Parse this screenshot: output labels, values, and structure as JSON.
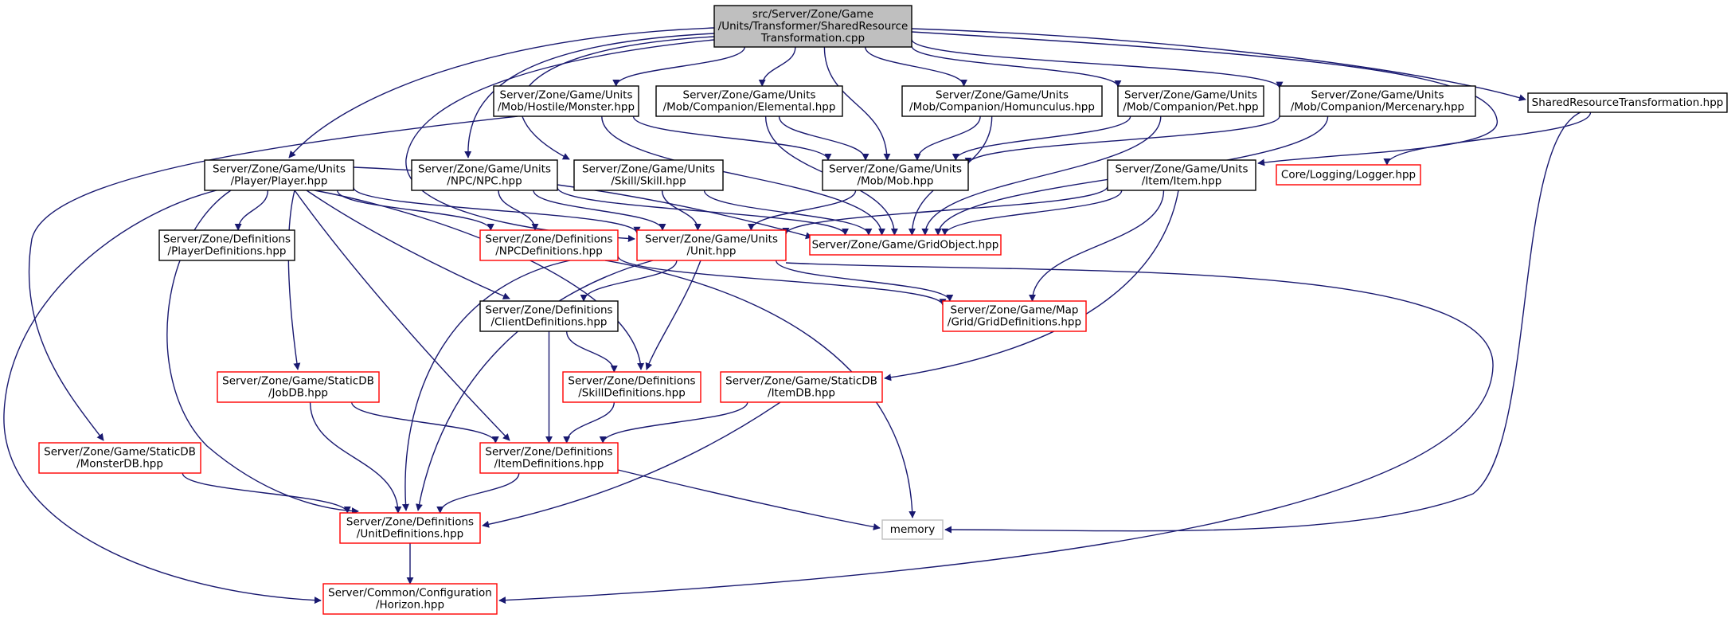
{
  "graph": {
    "title": "",
    "colors": {
      "edge": "#191970",
      "root_fill": "#bfbfbf",
      "normal_fill": "#ffffff",
      "normal_stroke": "#000000",
      "truncated_stroke": "#ff0000",
      "external_stroke": "#bfbfbf"
    },
    "nodes": {
      "root": {
        "lines": [
          "src/Server/Zone/Game",
          "/Units/Transformer/SharedResource",
          "Transformation.cpp"
        ],
        "kind": "root"
      },
      "monster_hpp": {
        "lines": [
          "Server/Zone/Game/Units",
          "/Mob/Hostile/Monster.hpp"
        ],
        "kind": "normal"
      },
      "elemental_hpp": {
        "lines": [
          "Server/Zone/Game/Units",
          "/Mob/Companion/Elemental.hpp"
        ],
        "kind": "normal"
      },
      "homunculus_hpp": {
        "lines": [
          "Server/Zone/Game/Units",
          "/Mob/Companion/Homunculus.hpp"
        ],
        "kind": "normal"
      },
      "pet_hpp": {
        "lines": [
          "Server/Zone/Game/Units",
          "/Mob/Companion/Pet.hpp"
        ],
        "kind": "normal"
      },
      "mercenary_hpp": {
        "lines": [
          "Server/Zone/Game/Units",
          "/Mob/Companion/Mercenary.hpp"
        ],
        "kind": "normal"
      },
      "shared_hpp": {
        "lines": [
          "SharedResourceTransformation.hpp"
        ],
        "kind": "normal"
      },
      "player_hpp": {
        "lines": [
          "Server/Zone/Game/Units",
          "/Player/Player.hpp"
        ],
        "kind": "normal"
      },
      "npc_hpp": {
        "lines": [
          "Server/Zone/Game/Units",
          "/NPC/NPC.hpp"
        ],
        "kind": "normal"
      },
      "skill_hpp": {
        "lines": [
          "Server/Zone/Game/Units",
          "/Skill/Skill.hpp"
        ],
        "kind": "normal"
      },
      "mob_hpp": {
        "lines": [
          "Server/Zone/Game/Units",
          "/Mob/Mob.hpp"
        ],
        "kind": "normal"
      },
      "item_hpp": {
        "lines": [
          "Server/Zone/Game/Units",
          "/Item/Item.hpp"
        ],
        "kind": "normal"
      },
      "logger_hpp": {
        "lines": [
          "Core/Logging/Logger.hpp"
        ],
        "kind": "truncated"
      },
      "playerdefs_hpp": {
        "lines": [
          "Server/Zone/Definitions",
          "/PlayerDefinitions.hpp"
        ],
        "kind": "normal"
      },
      "npcdefs_hpp": {
        "lines": [
          "Server/Zone/Definitions",
          "/NPCDefinitions.hpp"
        ],
        "kind": "truncated"
      },
      "unit_hpp": {
        "lines": [
          "Server/Zone/Game/Units",
          "/Unit.hpp"
        ],
        "kind": "truncated"
      },
      "gridobject_hpp": {
        "lines": [
          "Server/Zone/Game/GridObject.hpp"
        ],
        "kind": "truncated"
      },
      "clientdefs_hpp": {
        "lines": [
          "Server/Zone/Definitions",
          "/ClientDefinitions.hpp"
        ],
        "kind": "normal"
      },
      "griddefs_hpp": {
        "lines": [
          "Server/Zone/Game/Map",
          "/Grid/GridDefinitions.hpp"
        ],
        "kind": "truncated"
      },
      "jobdb_hpp": {
        "lines": [
          "Server/Zone/Game/StaticDB",
          "/JobDB.hpp"
        ],
        "kind": "truncated"
      },
      "skilldefs_hpp": {
        "lines": [
          "Server/Zone/Definitions",
          "/SkillDefinitions.hpp"
        ],
        "kind": "truncated"
      },
      "itemdb_hpp": {
        "lines": [
          "Server/Zone/Game/StaticDB",
          "/ItemDB.hpp"
        ],
        "kind": "truncated"
      },
      "monsterdb_hpp": {
        "lines": [
          "Server/Zone/Game/StaticDB",
          "/MonsterDB.hpp"
        ],
        "kind": "truncated"
      },
      "itemdefs_hpp": {
        "lines": [
          "Server/Zone/Definitions",
          "/ItemDefinitions.hpp"
        ],
        "kind": "truncated"
      },
      "unitdefs_hpp": {
        "lines": [
          "Server/Zone/Definitions",
          "/UnitDefinitions.hpp"
        ],
        "kind": "truncated"
      },
      "memory": {
        "lines": [
          "memory"
        ],
        "kind": "external"
      },
      "horizon_hpp": {
        "lines": [
          "Server/Common/Configuration",
          "/Horizon.hpp"
        ],
        "kind": "truncated"
      }
    },
    "edges": [
      [
        "root",
        "monster_hpp"
      ],
      [
        "root",
        "elemental_hpp"
      ],
      [
        "root",
        "homunculus_hpp"
      ],
      [
        "root",
        "pet_hpp"
      ],
      [
        "root",
        "mercenary_hpp"
      ],
      [
        "root",
        "shared_hpp"
      ],
      [
        "root",
        "player_hpp"
      ],
      [
        "root",
        "npc_hpp"
      ],
      [
        "root",
        "skill_hpp"
      ],
      [
        "root",
        "mob_hpp"
      ],
      [
        "root",
        "item_hpp"
      ],
      [
        "root",
        "unit_hpp"
      ],
      [
        "monster_hpp",
        "mob_hpp"
      ],
      [
        "monster_hpp",
        "gridobject_hpp"
      ],
      [
        "monster_hpp",
        "monsterdb_hpp"
      ],
      [
        "elemental_hpp",
        "mob_hpp"
      ],
      [
        "elemental_hpp",
        "gridobject_hpp"
      ],
      [
        "homunculus_hpp",
        "mob_hpp"
      ],
      [
        "homunculus_hpp",
        "gridobject_hpp"
      ],
      [
        "pet_hpp",
        "mob_hpp"
      ],
      [
        "pet_hpp",
        "gridobject_hpp"
      ],
      [
        "mercenary_hpp",
        "mob_hpp"
      ],
      [
        "mercenary_hpp",
        "gridobject_hpp"
      ],
      [
        "shared_hpp",
        "logger_hpp"
      ],
      [
        "shared_hpp",
        "memory"
      ],
      [
        "player_hpp",
        "playerdefs_hpp"
      ],
      [
        "player_hpp",
        "npcdefs_hpp"
      ],
      [
        "player_hpp",
        "unit_hpp"
      ],
      [
        "player_hpp",
        "gridobject_hpp"
      ],
      [
        "player_hpp",
        "clientdefs_hpp"
      ],
      [
        "player_hpp",
        "jobdb_hpp"
      ],
      [
        "player_hpp",
        "skilldefs_hpp"
      ],
      [
        "player_hpp",
        "itemdefs_hpp"
      ],
      [
        "player_hpp",
        "unitdefs_hpp"
      ],
      [
        "player_hpp",
        "horizon_hpp"
      ],
      [
        "npc_hpp",
        "npcdefs_hpp"
      ],
      [
        "npc_hpp",
        "unit_hpp"
      ],
      [
        "npc_hpp",
        "gridobject_hpp"
      ],
      [
        "skill_hpp",
        "unit_hpp"
      ],
      [
        "skill_hpp",
        "gridobject_hpp"
      ],
      [
        "mob_hpp",
        "unit_hpp"
      ],
      [
        "item_hpp",
        "unit_hpp"
      ],
      [
        "item_hpp",
        "gridobject_hpp"
      ],
      [
        "item_hpp",
        "griddefs_hpp"
      ],
      [
        "item_hpp",
        "itemdb_hpp"
      ],
      [
        "npcdefs_hpp",
        "unitdefs_hpp"
      ],
      [
        "npcdefs_hpp",
        "memory"
      ],
      [
        "npcdefs_hpp",
        "griddefs_hpp"
      ],
      [
        "unit_hpp",
        "clientdefs_hpp"
      ],
      [
        "unit_hpp",
        "skilldefs_hpp"
      ],
      [
        "unit_hpp",
        "griddefs_hpp"
      ],
      [
        "unit_hpp",
        "unitdefs_hpp"
      ],
      [
        "unit_hpp",
        "horizon_hpp"
      ],
      [
        "clientdefs_hpp",
        "skilldefs_hpp"
      ],
      [
        "clientdefs_hpp",
        "itemdefs_hpp"
      ],
      [
        "jobdb_hpp",
        "itemdefs_hpp"
      ],
      [
        "jobdb_hpp",
        "unitdefs_hpp"
      ],
      [
        "skilldefs_hpp",
        "itemdefs_hpp"
      ],
      [
        "itemdb_hpp",
        "itemdefs_hpp"
      ],
      [
        "itemdb_hpp",
        "unitdefs_hpp"
      ],
      [
        "monsterdb_hpp",
        "unitdefs_hpp"
      ],
      [
        "itemdefs_hpp",
        "unitdefs_hpp"
      ],
      [
        "itemdefs_hpp",
        "memory"
      ],
      [
        "unitdefs_hpp",
        "horizon_hpp"
      ]
    ]
  }
}
